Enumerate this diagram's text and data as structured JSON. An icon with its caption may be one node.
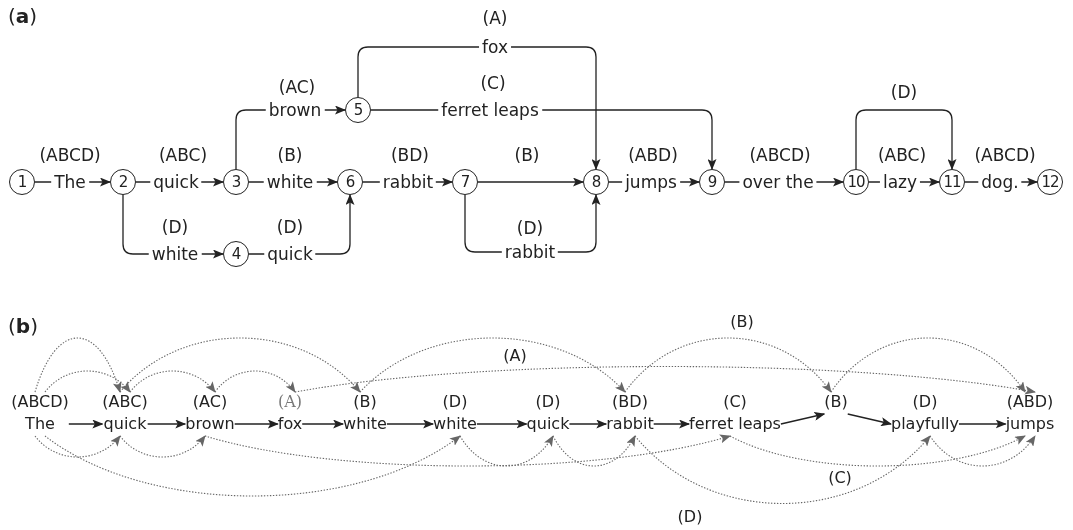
{
  "diagram": {
    "nodes": [
      {
        "text": [
          "1"
        ]
      },
      {
        "text": [
          "2"
        ]
      },
      {
        "text": [
          "3"
        ]
      },
      {
        "text": [
          "4"
        ]
      },
      {
        "text": [
          "5"
        ]
      },
      {
        "text": [
          "6"
        ]
      },
      {
        "text": [
          "7"
        ]
      },
      {
        "text": [
          "8"
        ]
      },
      {
        "text": [
          "9"
        ]
      },
      {
        "text": [
          "10"
        ]
      },
      {
        "text": [
          "11"
        ]
      },
      {
        "text": [
          "12"
        ]
      },
      {
        "text": [
          "(ABCD)",
          "The"
        ]
      },
      {
        "text": [
          "(ABC)",
          "quick"
        ]
      },
      {
        "text": [
          "(AC)",
          "brown"
        ]
      },
      {
        "text": [
          "(A)",
          "fox"
        ]
      },
      {
        "text": [
          "(B)",
          "white"
        ]
      },
      {
        "text": [
          "(D)",
          "white"
        ]
      },
      {
        "text": [
          "(D)",
          "quick"
        ]
      },
      {
        "text": [
          "(BD)",
          "rabbit"
        ]
      },
      {
        "text": [
          "(C)",
          "ferret leaps"
        ]
      },
      {
        "text": [
          "(B)"
        ]
      },
      {
        "text": [
          "(D)",
          "playfully"
        ]
      },
      {
        "text": [
          "(ABD)",
          "jumps"
        ]
      }
    ],
    "edges": [
      {
        "from": 0,
        "to": 1,
        "arrow": "to",
        "label": "The"
      },
      {
        "from": 1,
        "to": 2,
        "arrow": "to",
        "label": "quick"
      },
      {
        "from": 1,
        "to": 3,
        "arrow": "to",
        "label": "white"
      },
      {
        "from": 2,
        "to": 4,
        "arrow": "to",
        "label": "brown"
      },
      {
        "from": 2,
        "to": 5,
        "arrow": "to",
        "label": "white"
      },
      {
        "from": 3,
        "to": 5,
        "arrow": "to",
        "label": "quick"
      },
      {
        "from": 4,
        "to": 7,
        "arrow": "to",
        "label": "fox"
      },
      {
        "from": 4,
        "to": 8,
        "arrow": "to",
        "label": "ferret leaps"
      },
      {
        "from": 5,
        "to": 6,
        "arrow": "to",
        "label": "rabbit"
      },
      {
        "from": 6,
        "to": 7,
        "arrow": "to"
      },
      {
        "from": 6,
        "to": 7,
        "arrow": "to",
        "label": "rabbit"
      },
      {
        "from": 7,
        "to": 8,
        "arrow": "to",
        "label": "jumps"
      },
      {
        "from": 8,
        "to": 9,
        "arrow": "to",
        "label": "over the"
      },
      {
        "from": 9,
        "to": 10,
        "arrow": "to",
        "label": "lazy"
      },
      {
        "from": 9,
        "to": 10,
        "arrow": "to"
      },
      {
        "from": 10,
        "to": 11,
        "arrow": "to",
        "label": "dog."
      },
      {
        "from": 12,
        "to": 13,
        "arrow": "to"
      },
      {
        "from": 13,
        "to": 14,
        "arrow": "to"
      },
      {
        "from": 14,
        "to": 15,
        "arrow": "to"
      },
      {
        "from": 15,
        "to": 16,
        "arrow": "to"
      },
      {
        "from": 16,
        "to": 17,
        "arrow": "to"
      },
      {
        "from": 17,
        "to": 18,
        "arrow": "to"
      },
      {
        "from": 18,
        "to": 19,
        "arrow": "to"
      },
      {
        "from": 19,
        "to": 20,
        "arrow": "to"
      },
      {
        "from": 20,
        "to": 21,
        "arrow": "to"
      },
      {
        "from": 21,
        "to": 22,
        "arrow": "to"
      },
      {
        "from": 22,
        "to": 23,
        "arrow": "to"
      },
      {
        "from": 12,
        "to": 13,
        "arrow": "to",
        "style": "dashed",
        "color": "#666666"
      },
      {
        "from": 13,
        "to": 16,
        "arrow": "to",
        "style": "dashed",
        "color": "#666666"
      },
      {
        "from": 16,
        "to": 19,
        "arrow": "to",
        "style": "dashed",
        "color": "#666666"
      },
      {
        "from": 19,
        "to": 21,
        "arrow": "to",
        "style": "dashed",
        "color": "#666666",
        "label": "(B)"
      },
      {
        "from": 21,
        "to": 23,
        "arrow": "to",
        "style": "dashed",
        "color": "#666666"
      },
      {
        "from": 12,
        "to": 13,
        "arrow": "to",
        "style": "dashed",
        "color": "#666666"
      },
      {
        "from": 13,
        "to": 14,
        "arrow": "to",
        "style": "dashed",
        "color": "#666666"
      },
      {
        "from": 14,
        "to": 15,
        "arrow": "to",
        "style": "dashed",
        "color": "#666666"
      },
      {
        "from": 15,
        "to": 23,
        "arrow": "to",
        "style": "dashed",
        "color": "#666666",
        "label": "(A)"
      },
      {
        "from": 12,
        "to": 13,
        "arrow": "to",
        "style": "dashed",
        "color": "#666666"
      },
      {
        "from": 13,
        "to": 14,
        "arrow": "to",
        "style": "dashed",
        "color": "#666666"
      },
      {
        "from": 14,
        "to": 20,
        "arrow": "to",
        "style": "dashed",
        "color": "#666666"
      },
      {
        "from": 20,
        "to": 23,
        "arrow": "to",
        "style": "dashed",
        "color": "#666666",
        "label": "(C)"
      },
      {
        "from": 12,
        "to": 17,
        "arrow": "to",
        "style": "dashed",
        "color": "#666666"
      },
      {
        "from": 17,
        "to": 18,
        "arrow": "to",
        "style": "dashed",
        "color": "#666666"
      },
      {
        "from": 18,
        "to": 19,
        "arrow": "to",
        "style": "dashed",
        "color": "#666666"
      },
      {
        "from": 19,
        "to": 22,
        "arrow": "to",
        "style": "dashed",
        "color": "#666666",
        "label": "(D)"
      },
      {
        "from": 22,
        "to": 23,
        "arrow": "to",
        "style": "dashed",
        "color": "#666666"
      }
    ],
    "labels": [
      "(**a**)",
      "(ABCD)",
      "(ABC)",
      "(D)",
      "(AC)",
      "(B)",
      "(D)",
      "(A)",
      "(C)",
      "(BD)",
      "(B)",
      "(D)",
      "(ABD)",
      "(ABCD)",
      "(ABC)",
      "(D)",
      "(ABCD)",
      "(**b**)"
    ]
  }
}
